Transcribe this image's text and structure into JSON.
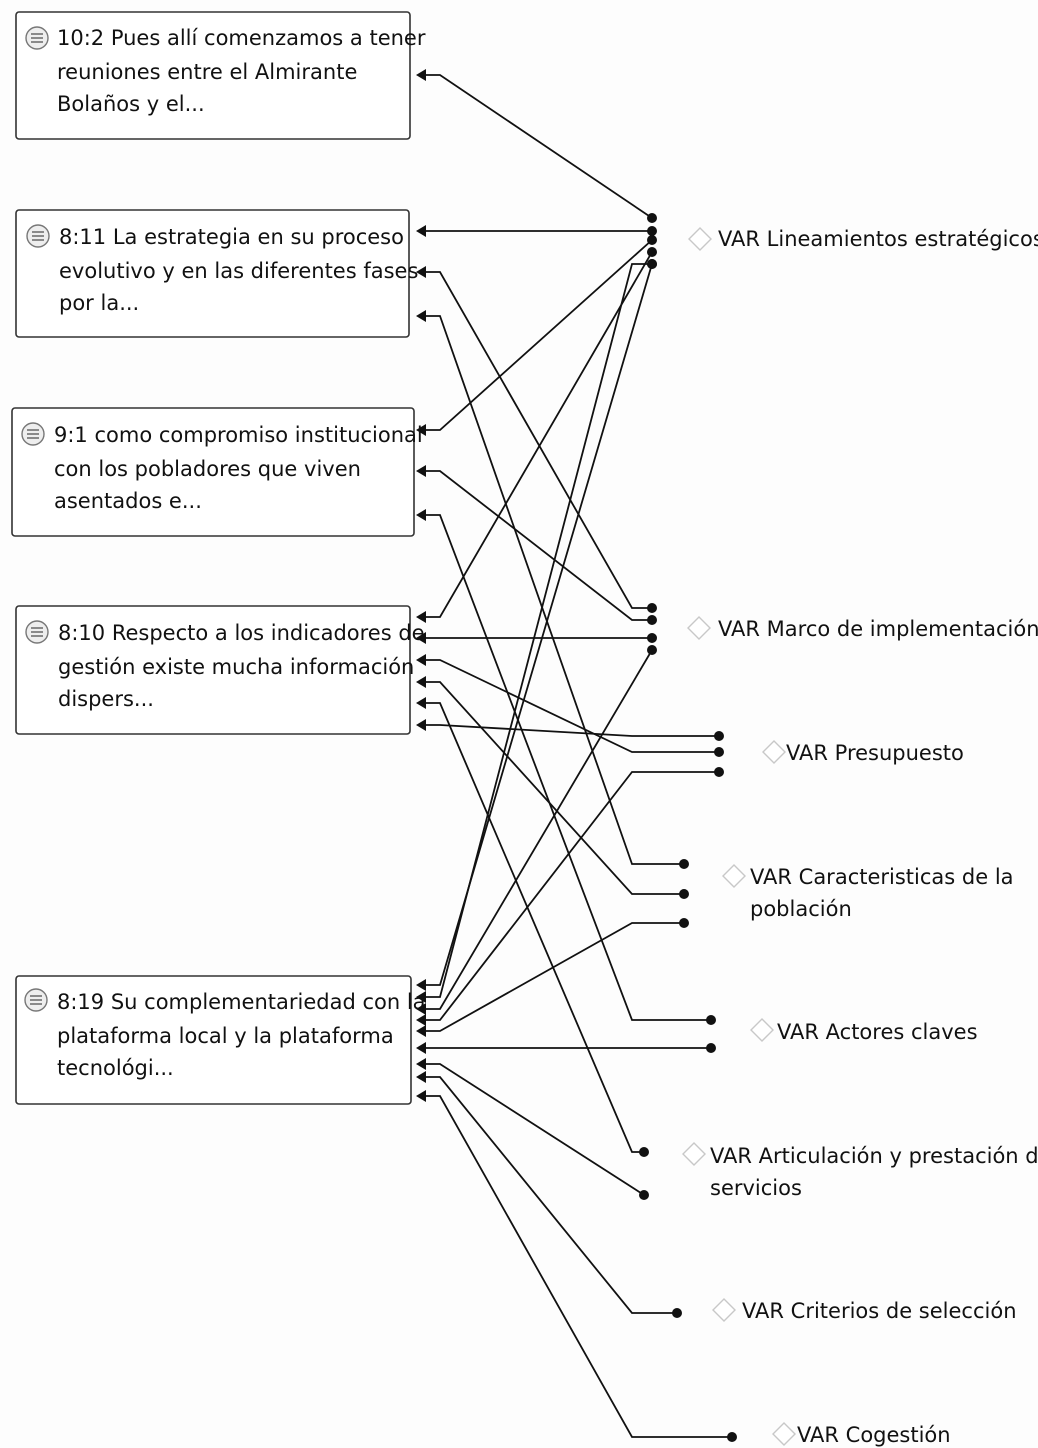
{
  "quotes": [
    {
      "id": "q10_2",
      "lines": [
        "10:2 Pues allí comenzamos a tener",
        "reuniones entre el Almirante",
        "Bolaños y el..."
      ]
    },
    {
      "id": "q8_11",
      "lines": [
        "8:11 La estrategia en su proceso",
        "evolutivo y en las diferentes fases",
        "por la..."
      ]
    },
    {
      "id": "q9_1",
      "lines": [
        "9:1 como compromiso institucional",
        "con los pobladores que viven",
        "asentados e..."
      ]
    },
    {
      "id": "q8_10",
      "lines": [
        "8:10 Respecto a los indicadores de",
        "gestión existe mucha información",
        "dispers..."
      ]
    },
    {
      "id": "q8_19",
      "lines": [
        "8:19 Su complementariedad con la",
        "plataforma local y la plataforma",
        "tecnológi..."
      ]
    }
  ],
  "codes": [
    {
      "id": "c_lin",
      "lines": [
        "VAR Lineamientos estratégicos"
      ]
    },
    {
      "id": "c_marco",
      "lines": [
        "VAR Marco de implementación"
      ]
    },
    {
      "id": "c_pres",
      "lines": [
        "VAR Presupuesto"
      ]
    },
    {
      "id": "c_carac",
      "lines": [
        "VAR Caracteristicas de la",
        "población"
      ]
    },
    {
      "id": "c_act",
      "lines": [
        "VAR Actores claves"
      ]
    },
    {
      "id": "c_art",
      "lines": [
        "VAR Articulación y prestación de",
        "servicios"
      ]
    },
    {
      "id": "c_crit",
      "lines": [
        "VAR Criterios de selección"
      ]
    },
    {
      "id": "c_coge",
      "lines": [
        "VAR Cogestión"
      ]
    }
  ],
  "links": [
    {
      "from": "q10_2",
      "to": "c_lin"
    },
    {
      "from": "q8_11",
      "to": "c_lin"
    },
    {
      "from": "q8_11",
      "to": "c_marco"
    },
    {
      "from": "q8_11",
      "to": "c_carac"
    },
    {
      "from": "q9_1",
      "to": "c_lin"
    },
    {
      "from": "q9_1",
      "to": "c_marco"
    },
    {
      "from": "q9_1",
      "to": "c_act"
    },
    {
      "from": "q8_10",
      "to": "c_lin"
    },
    {
      "from": "q8_10",
      "to": "c_marco"
    },
    {
      "from": "q8_10",
      "to": "c_pres"
    },
    {
      "from": "q8_10",
      "to": "c_carac"
    },
    {
      "from": "q8_10",
      "to": "c_art"
    },
    {
      "from": "q8_10",
      "to": "c_pres"
    },
    {
      "from": "q8_19",
      "to": "c_lin"
    },
    {
      "from": "q8_19",
      "to": "c_lin"
    },
    {
      "from": "q8_19",
      "to": "c_marco"
    },
    {
      "from": "q8_19",
      "to": "c_pres"
    },
    {
      "from": "q8_19",
      "to": "c_carac"
    },
    {
      "from": "q8_19",
      "to": "c_act"
    },
    {
      "from": "q8_19",
      "to": "c_art"
    },
    {
      "from": "q8_19",
      "to": "c_crit"
    },
    {
      "from": "q8_19",
      "to": "c_coge"
    }
  ]
}
